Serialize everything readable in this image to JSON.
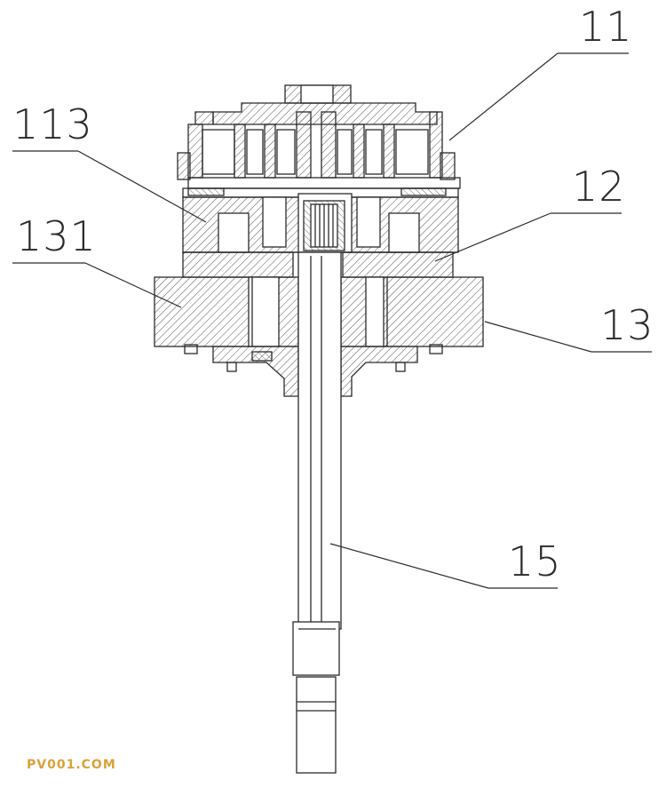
{
  "labels": {
    "l11": "11",
    "l113": "113",
    "l12": "12",
    "l131": "131",
    "l13": "13",
    "l15": "15"
  },
  "watermark": "PV001.COM",
  "colors": {
    "line": "#2b2b2b",
    "hatch": "#555555",
    "watermark": "#d9a23a"
  }
}
